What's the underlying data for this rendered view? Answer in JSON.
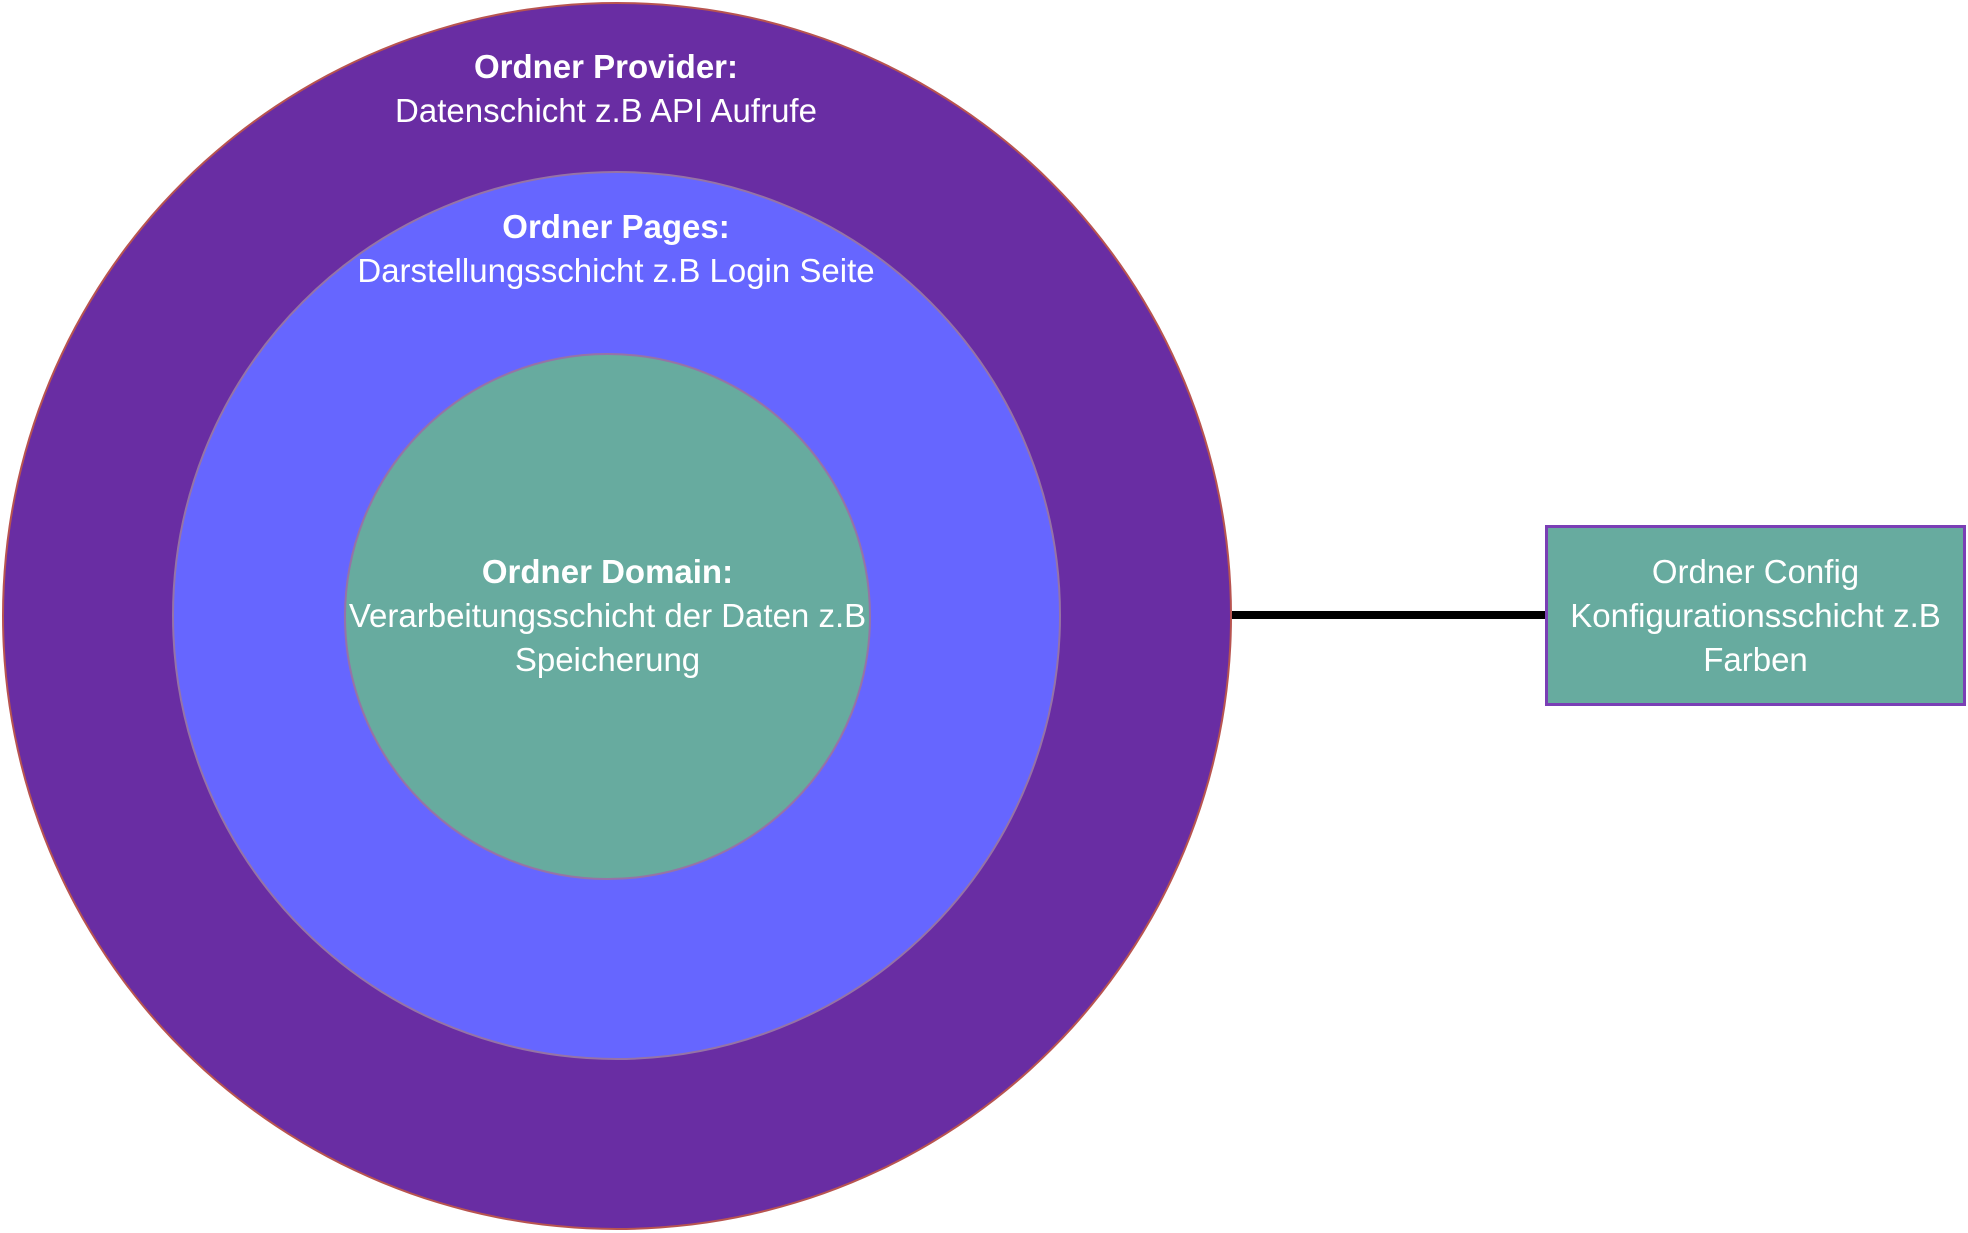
{
  "colors": {
    "provider_fill": "#692DA3",
    "pages_fill": "#6666FF",
    "domain_fill": "#67AB9F",
    "config_fill": "#67AB9F",
    "connector": "#000000"
  },
  "layers": {
    "provider": {
      "title": "Ordner Provider:",
      "description": "Datenschicht z.B API Aufrufe"
    },
    "pages": {
      "title": "Ordner Pages:",
      "description": "Darstellungsschicht z.B Login Seite"
    },
    "domain": {
      "title": "Ordner Domain:",
      "description": "Verarbeitungsschicht der Daten z.B Speicherung"
    }
  },
  "config": {
    "line1": "Ordner Config",
    "line2": "Konfigurationsschicht z.B Farben"
  }
}
